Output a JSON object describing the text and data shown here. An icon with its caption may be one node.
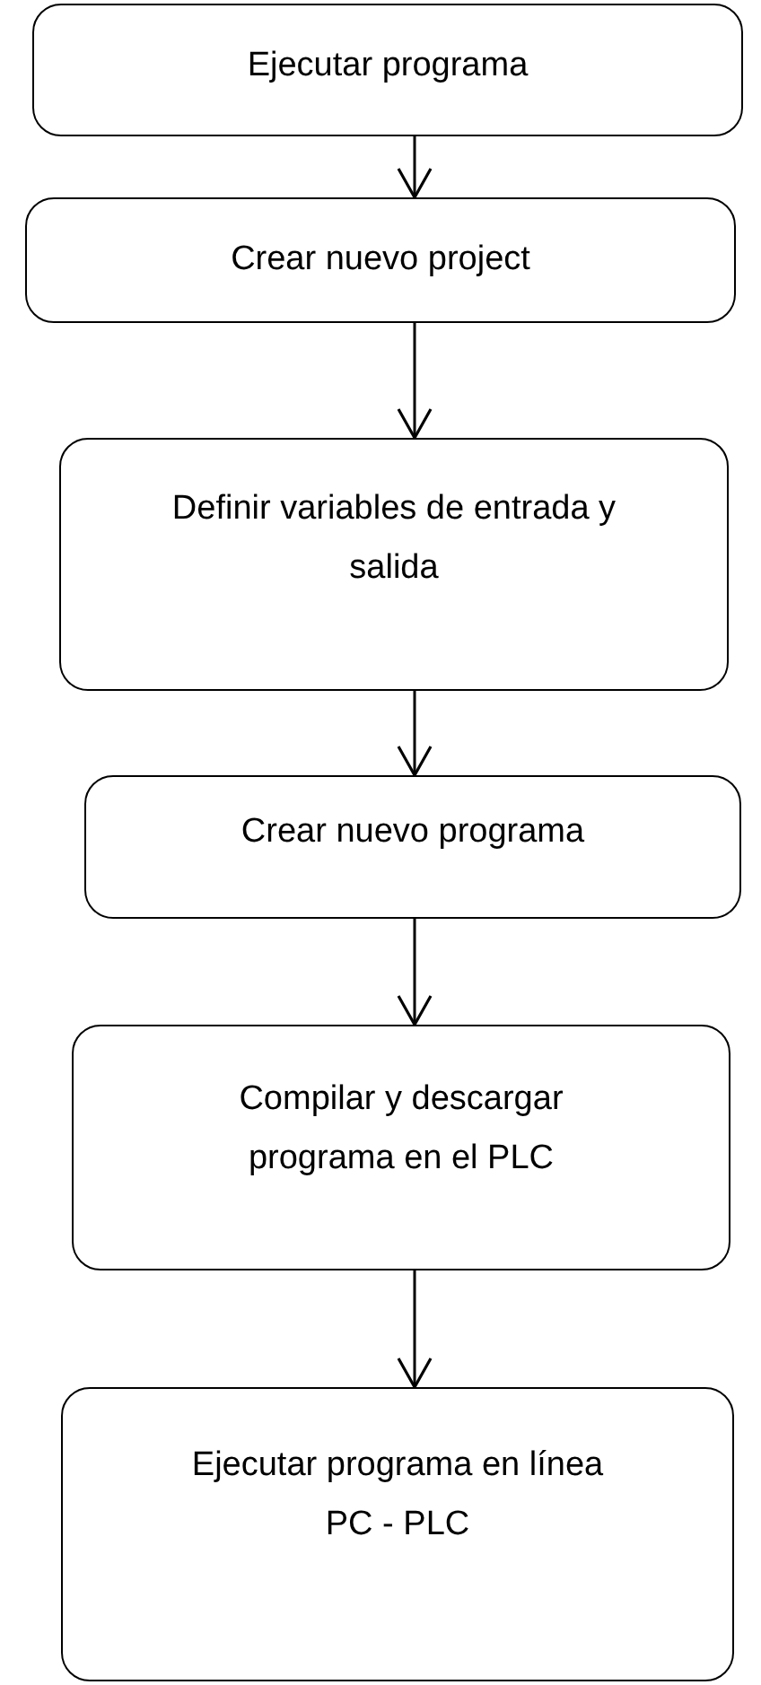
{
  "diagram": {
    "nodes": [
      {
        "text": [
          "Ejecutar programa"
        ]
      },
      {
        "text": [
          "Crear nuevo project"
        ]
      },
      {
        "text": [
          "Definir variables de entrada y salida"
        ]
      },
      {
        "text": [
          "Crear nuevo programa"
        ]
      },
      {
        "text": [
          "Compilar y descargar programa en el PLC"
        ]
      },
      {
        "text": [
          "Ejecutar programa en línea PC - PLC"
        ]
      }
    ],
    "edges": [
      {
        "from": 0,
        "to": 1,
        "arrow": "to"
      },
      {
        "from": 1,
        "to": 2,
        "arrow": "to"
      },
      {
        "from": 2,
        "to": 3,
        "arrow": "to"
      },
      {
        "from": 3,
        "to": 4,
        "arrow": "to"
      },
      {
        "from": 4,
        "to": 5,
        "arrow": "to"
      }
    ]
  }
}
